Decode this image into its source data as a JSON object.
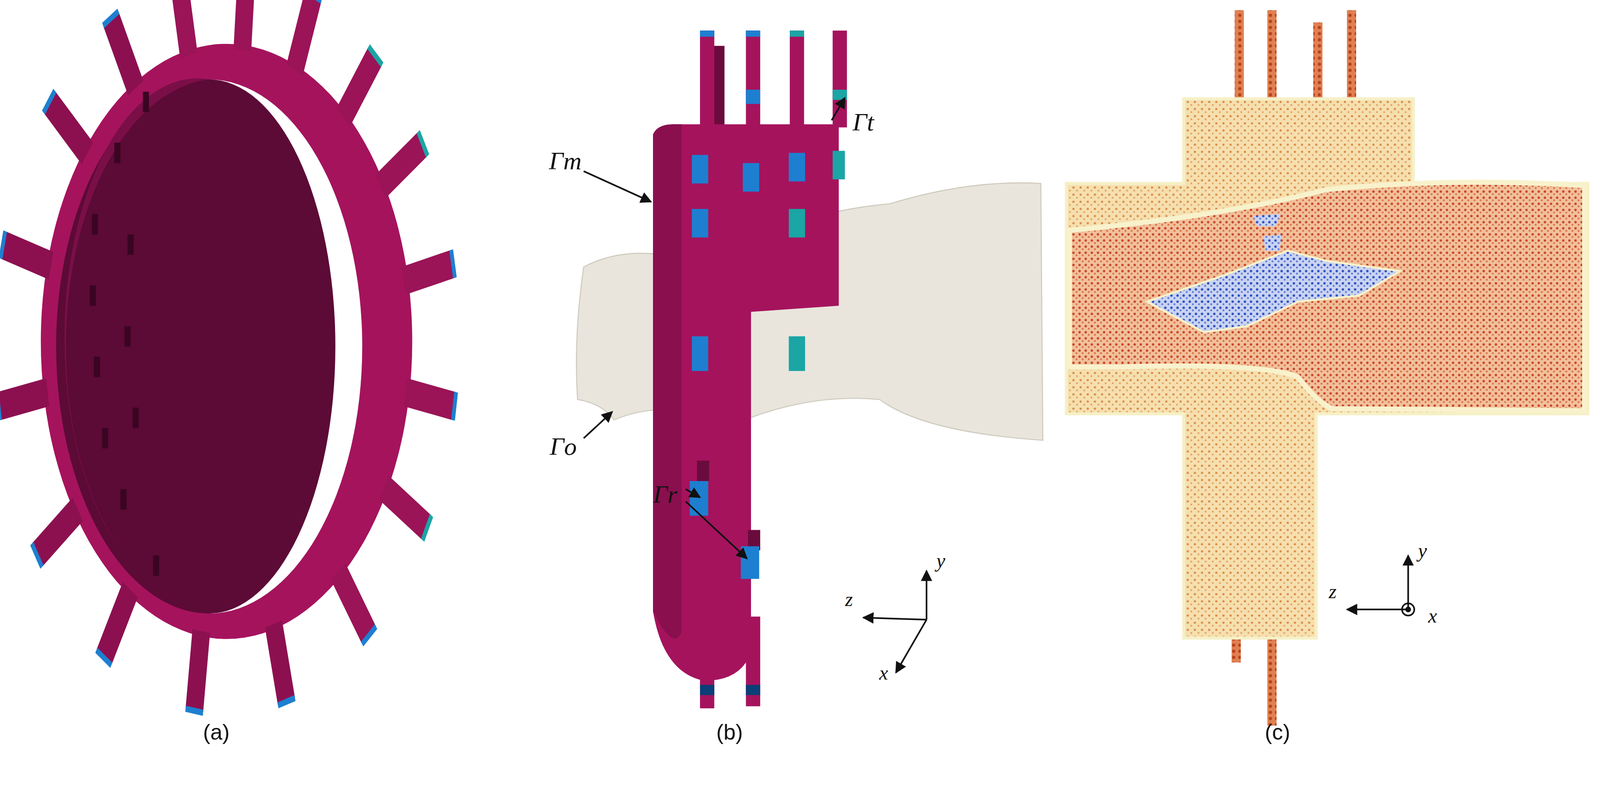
{
  "diagram": {
    "labels": [
      "(a)",
      "(b)",
      "(c)",
      "Γt",
      "Γm",
      "Γo",
      "Γr",
      "z",
      "y",
      "x",
      "z",
      "y",
      "x"
    ]
  }
}
